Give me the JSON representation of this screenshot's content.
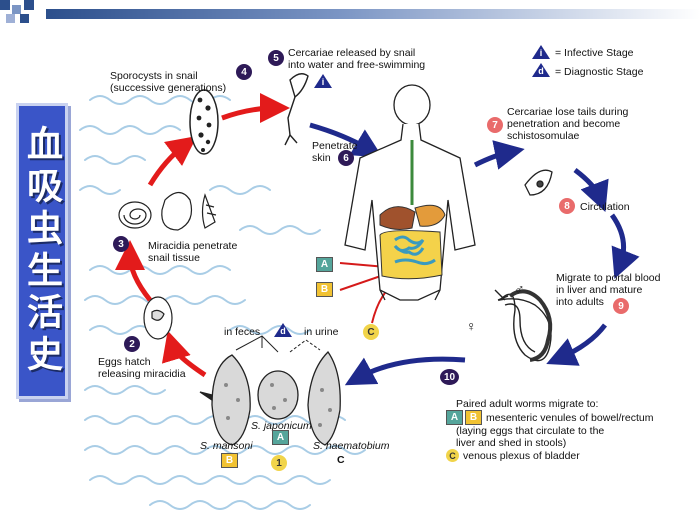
{
  "title_vertical": "血吸虫生活史",
  "legend": {
    "infective_symbol": "i",
    "infective_label": "= Infective Stage",
    "diagnostic_symbol": "d",
    "diagnostic_label": "= Diagnostic Stage"
  },
  "steps": {
    "s1": "1",
    "s2": "2",
    "s3": "3",
    "s4": "4",
    "s5": "5",
    "s6": "6",
    "s7": "7",
    "s8": "8",
    "s9": "9",
    "s10": "10"
  },
  "labels": {
    "cercariae_released_1": "Cercariae released by snail",
    "cercariae_released_2": "into water and free-swimming",
    "sporocysts_1": "Sporocysts in snail",
    "sporocysts_2": "(successive generations)",
    "penetrate_1": "Penetrate",
    "penetrate_2": "skin",
    "lose_tails_1": "Cercariae lose tails during",
    "lose_tails_2": "penetration and become",
    "lose_tails_3": "schistosomulae",
    "circulation": "Circulation",
    "migrate_1": "Migrate to portal blood",
    "migrate_2": "in liver and mature",
    "migrate_3": "into adults",
    "miracidia_1": "Miracidia penetrate",
    "miracidia_2": "snail tissue",
    "eggs_hatch_1": "Eggs hatch",
    "eggs_hatch_2": "releasing miracidia",
    "in_feces": "in feces",
    "in_urine": "in urine",
    "s_japonicum": "S. japonicum",
    "s_mansoni": "S. mansoni",
    "s_haematobium": "S. haematobium",
    "paired_1": "Paired adult worms migrate to:",
    "paired_2": "mesenteric venules of bowel/rectum",
    "paired_3": "(laying eggs that circulate to the",
    "paired_4": "liver and shed in stools)",
    "paired_5": "venous plexus of bladder"
  },
  "codes": {
    "A": "A",
    "B": "B",
    "C": "C"
  },
  "symbols": {
    "female": "♀",
    "male": "♂"
  },
  "colors": {
    "title_bg": "#3a55c8",
    "arrow_red": "#e31b1b",
    "arrow_navy": "#1f2a8c",
    "water": "#a9cde6",
    "step_dark": "#2e1a58",
    "step_red": "#e96b6b",
    "code_A": "#55a59b",
    "code_B": "#f1c232",
    "code_C": "#f1d44a"
  },
  "icons": [
    "snail-shell-icon",
    "sporocyst-icon",
    "cercaria-icon",
    "human-body-icon",
    "schistosomulum-icon",
    "adult-worms-icon",
    "egg-icon",
    "miracidium-icon"
  ]
}
